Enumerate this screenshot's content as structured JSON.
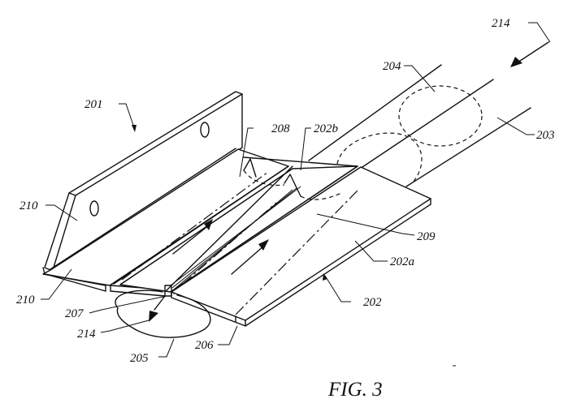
{
  "figure": {
    "caption": "FIG. 3",
    "labels": {
      "l201": "201",
      "l210_upper": "210",
      "l210_lower": "210",
      "l208": "208",
      "l202b": "202b",
      "l204": "204",
      "l214_top": "214",
      "l203": "203",
      "l209": "209",
      "l202a": "202a",
      "l202": "202",
      "l207": "207",
      "l214_bottom": "214",
      "l205": "205",
      "l206": "206"
    }
  }
}
